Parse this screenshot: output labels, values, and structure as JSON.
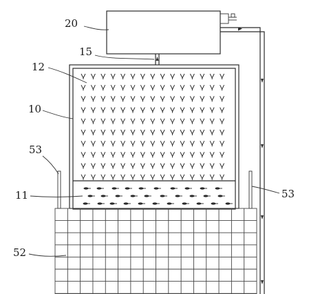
{
  "labels": {
    "tank": "20",
    "pipe": "15",
    "sprayer": "12",
    "box": "10",
    "left_rod": "53",
    "tray": "11",
    "right_rod": "53",
    "bed": "52"
  },
  "icons": {
    "sprout_symbol": "sprout-icon",
    "seed_symbol": "seed-icon"
  },
  "colors": {
    "line": "#2b2b2b",
    "background": "#ffffff"
  }
}
